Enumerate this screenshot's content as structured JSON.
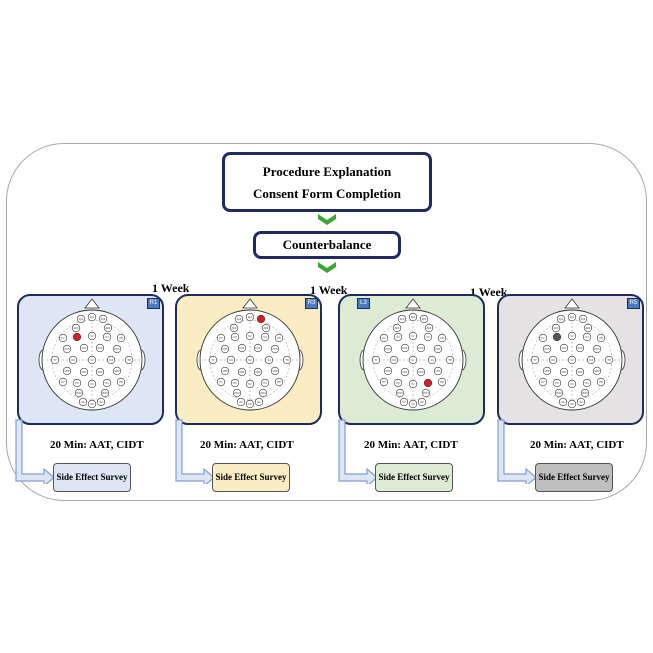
{
  "procedure": {
    "line1": "Procedure Explanation",
    "line2": "Consent Form Completion"
  },
  "counterbalance": "Counterbalance",
  "interval_label": "1 Week",
  "task_label": "20 Min: AAT, CIDT",
  "survey_label": "Side Effect Survey",
  "colors": {
    "navy": "#1f2a5e",
    "panel_bgs": [
      "#dce6f4",
      "#faedc4",
      "#dcebd3",
      "#e4e2e3"
    ],
    "survey_bgs": [
      "#dce6f4",
      "#faedc4",
      "#dcebd3",
      "#bfbfbf"
    ],
    "marker": [
      "#d42020",
      "#d42020",
      "#d42020",
      "#555555"
    ]
  },
  "sessions": [
    {
      "badge": "R1",
      "stim_electrode": "F3"
    },
    {
      "badge": "R3",
      "stim_electrode": "Fp2"
    },
    {
      "badge": "L3",
      "stim_electrode": "P4"
    },
    {
      "badge": "R5",
      "stim_electrode": "F3"
    }
  ],
  "electrodes": [
    "Fp1",
    "Fpz",
    "Fp2",
    "AF3",
    "AF4",
    "F7",
    "F3",
    "Fz",
    "F4",
    "F8",
    "FC5",
    "FC1",
    "FC2",
    "FC6",
    "T7",
    "C3",
    "Cz",
    "C4",
    "T8",
    "CP5",
    "CP1",
    "CP2",
    "CP6",
    "P7",
    "P3",
    "Pz",
    "P4",
    "P8",
    "PO3",
    "PO4",
    "O1",
    "Oz",
    "O2"
  ]
}
